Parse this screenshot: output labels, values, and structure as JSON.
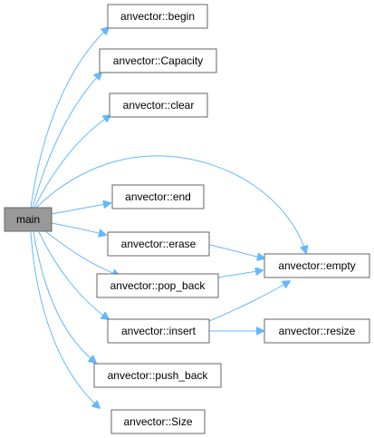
{
  "graph": {
    "colors": {
      "edge": "#63b8ff",
      "node_fill": "#ffffff",
      "node_border": "#666666",
      "root_fill": "#999999"
    },
    "nodes": {
      "main": "main",
      "begin": "anvector::begin",
      "capacity": "anvector::Capacity",
      "clear": "anvector::clear",
      "end": "anvector::end",
      "erase": "anvector::erase",
      "pop_back": "anvector::pop_back",
      "insert": "anvector::insert",
      "push_back": "anvector::push_back",
      "size": "anvector::Size",
      "empty": "anvector::empty",
      "resize": "anvector::resize"
    },
    "edges": [
      [
        "main",
        "begin"
      ],
      [
        "main",
        "capacity"
      ],
      [
        "main",
        "clear"
      ],
      [
        "main",
        "empty"
      ],
      [
        "main",
        "end"
      ],
      [
        "main",
        "erase"
      ],
      [
        "main",
        "pop_back"
      ],
      [
        "main",
        "insert"
      ],
      [
        "main",
        "push_back"
      ],
      [
        "main",
        "size"
      ],
      [
        "erase",
        "empty"
      ],
      [
        "pop_back",
        "empty"
      ],
      [
        "insert",
        "empty"
      ],
      [
        "insert",
        "resize"
      ]
    ]
  }
}
